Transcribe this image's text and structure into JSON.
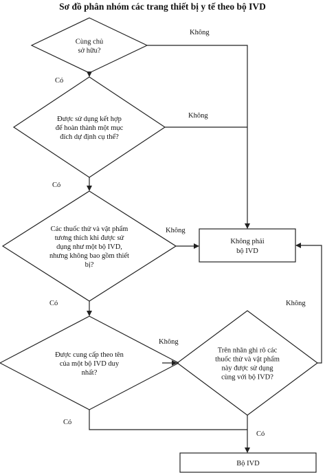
{
  "title": "Sơ đồ phân nhóm các trang thiết bị y tế theo bộ IVD",
  "nodes": {
    "d1": [
      "Cùng chủ",
      "sở hữu?"
    ],
    "d2": [
      "Được sử dụng kết hợp",
      "để hoàn thành một mục",
      "đích dự định cụ thể?"
    ],
    "d3": [
      "Các thuốc thử và vật phẩm",
      "tương thích khi được sử",
      "dụng như một bộ IVD,",
      "nhưng không bao gồm thiết",
      "bị?"
    ],
    "d4": [
      "Được cung cấp theo tên",
      "của một bộ IVD duy",
      "nhất?"
    ],
    "d5": [
      "Trên nhãn ghi rõ các",
      "thuốc thử và vật phẩm",
      "này được sử dụng",
      "cùng với bộ IVD?"
    ],
    "not_ivd": [
      "Không phải",
      "bộ IVD"
    ],
    "ivd": [
      "Bộ IVD"
    ]
  },
  "edges": {
    "d1_no": "Không",
    "d1_yes": "Có",
    "d2_no": "Không",
    "d2_yes": "Có",
    "d3_no": "Không",
    "d3_yes": "Có",
    "d4_no": "Không",
    "d4_yes": "Có",
    "d5_no": "Không",
    "d5_yes": "Có"
  }
}
